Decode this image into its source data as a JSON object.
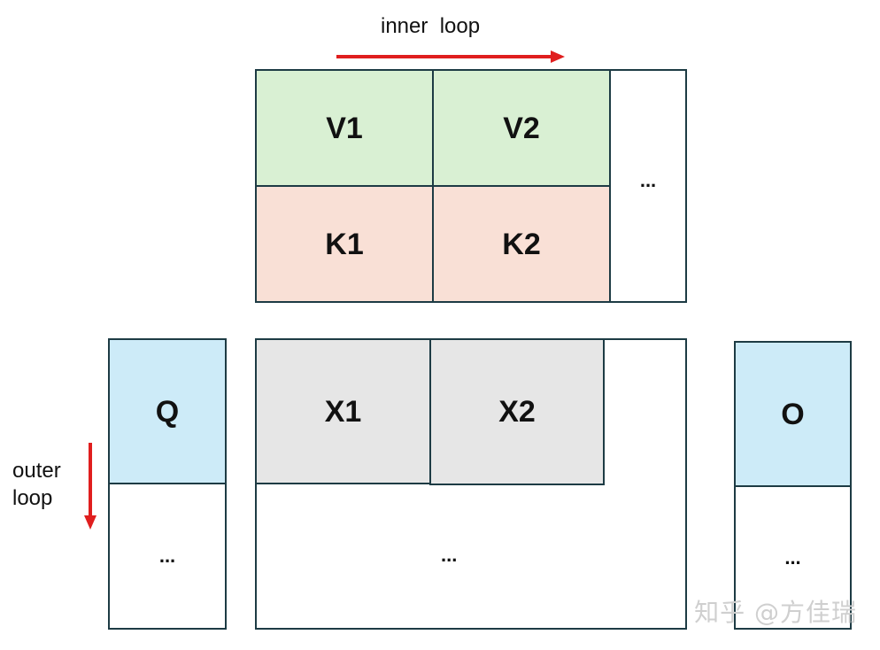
{
  "labels": {
    "inner_loop": "inner  loop",
    "outer_loop": [
      "outer",
      "loop"
    ],
    "watermark": "知乎 @方佳瑞"
  },
  "blocks": {
    "v1": "V1",
    "v2": "V2",
    "k1": "K1",
    "k2": "K2",
    "kv_more": "...",
    "q": "Q",
    "q_more": "...",
    "x1": "X1",
    "x2": "X2",
    "x_more": "...",
    "o": "O",
    "o_more": "..."
  },
  "colors": {
    "v_fill": "#d9f0d3",
    "k_fill": "#f9e0d6",
    "q_fill": "#cdebf8",
    "x_fill": "#e6e6e6",
    "o_fill": "#cdebf8",
    "border": "#1d3b44",
    "arrow": "#e01e1e"
  }
}
